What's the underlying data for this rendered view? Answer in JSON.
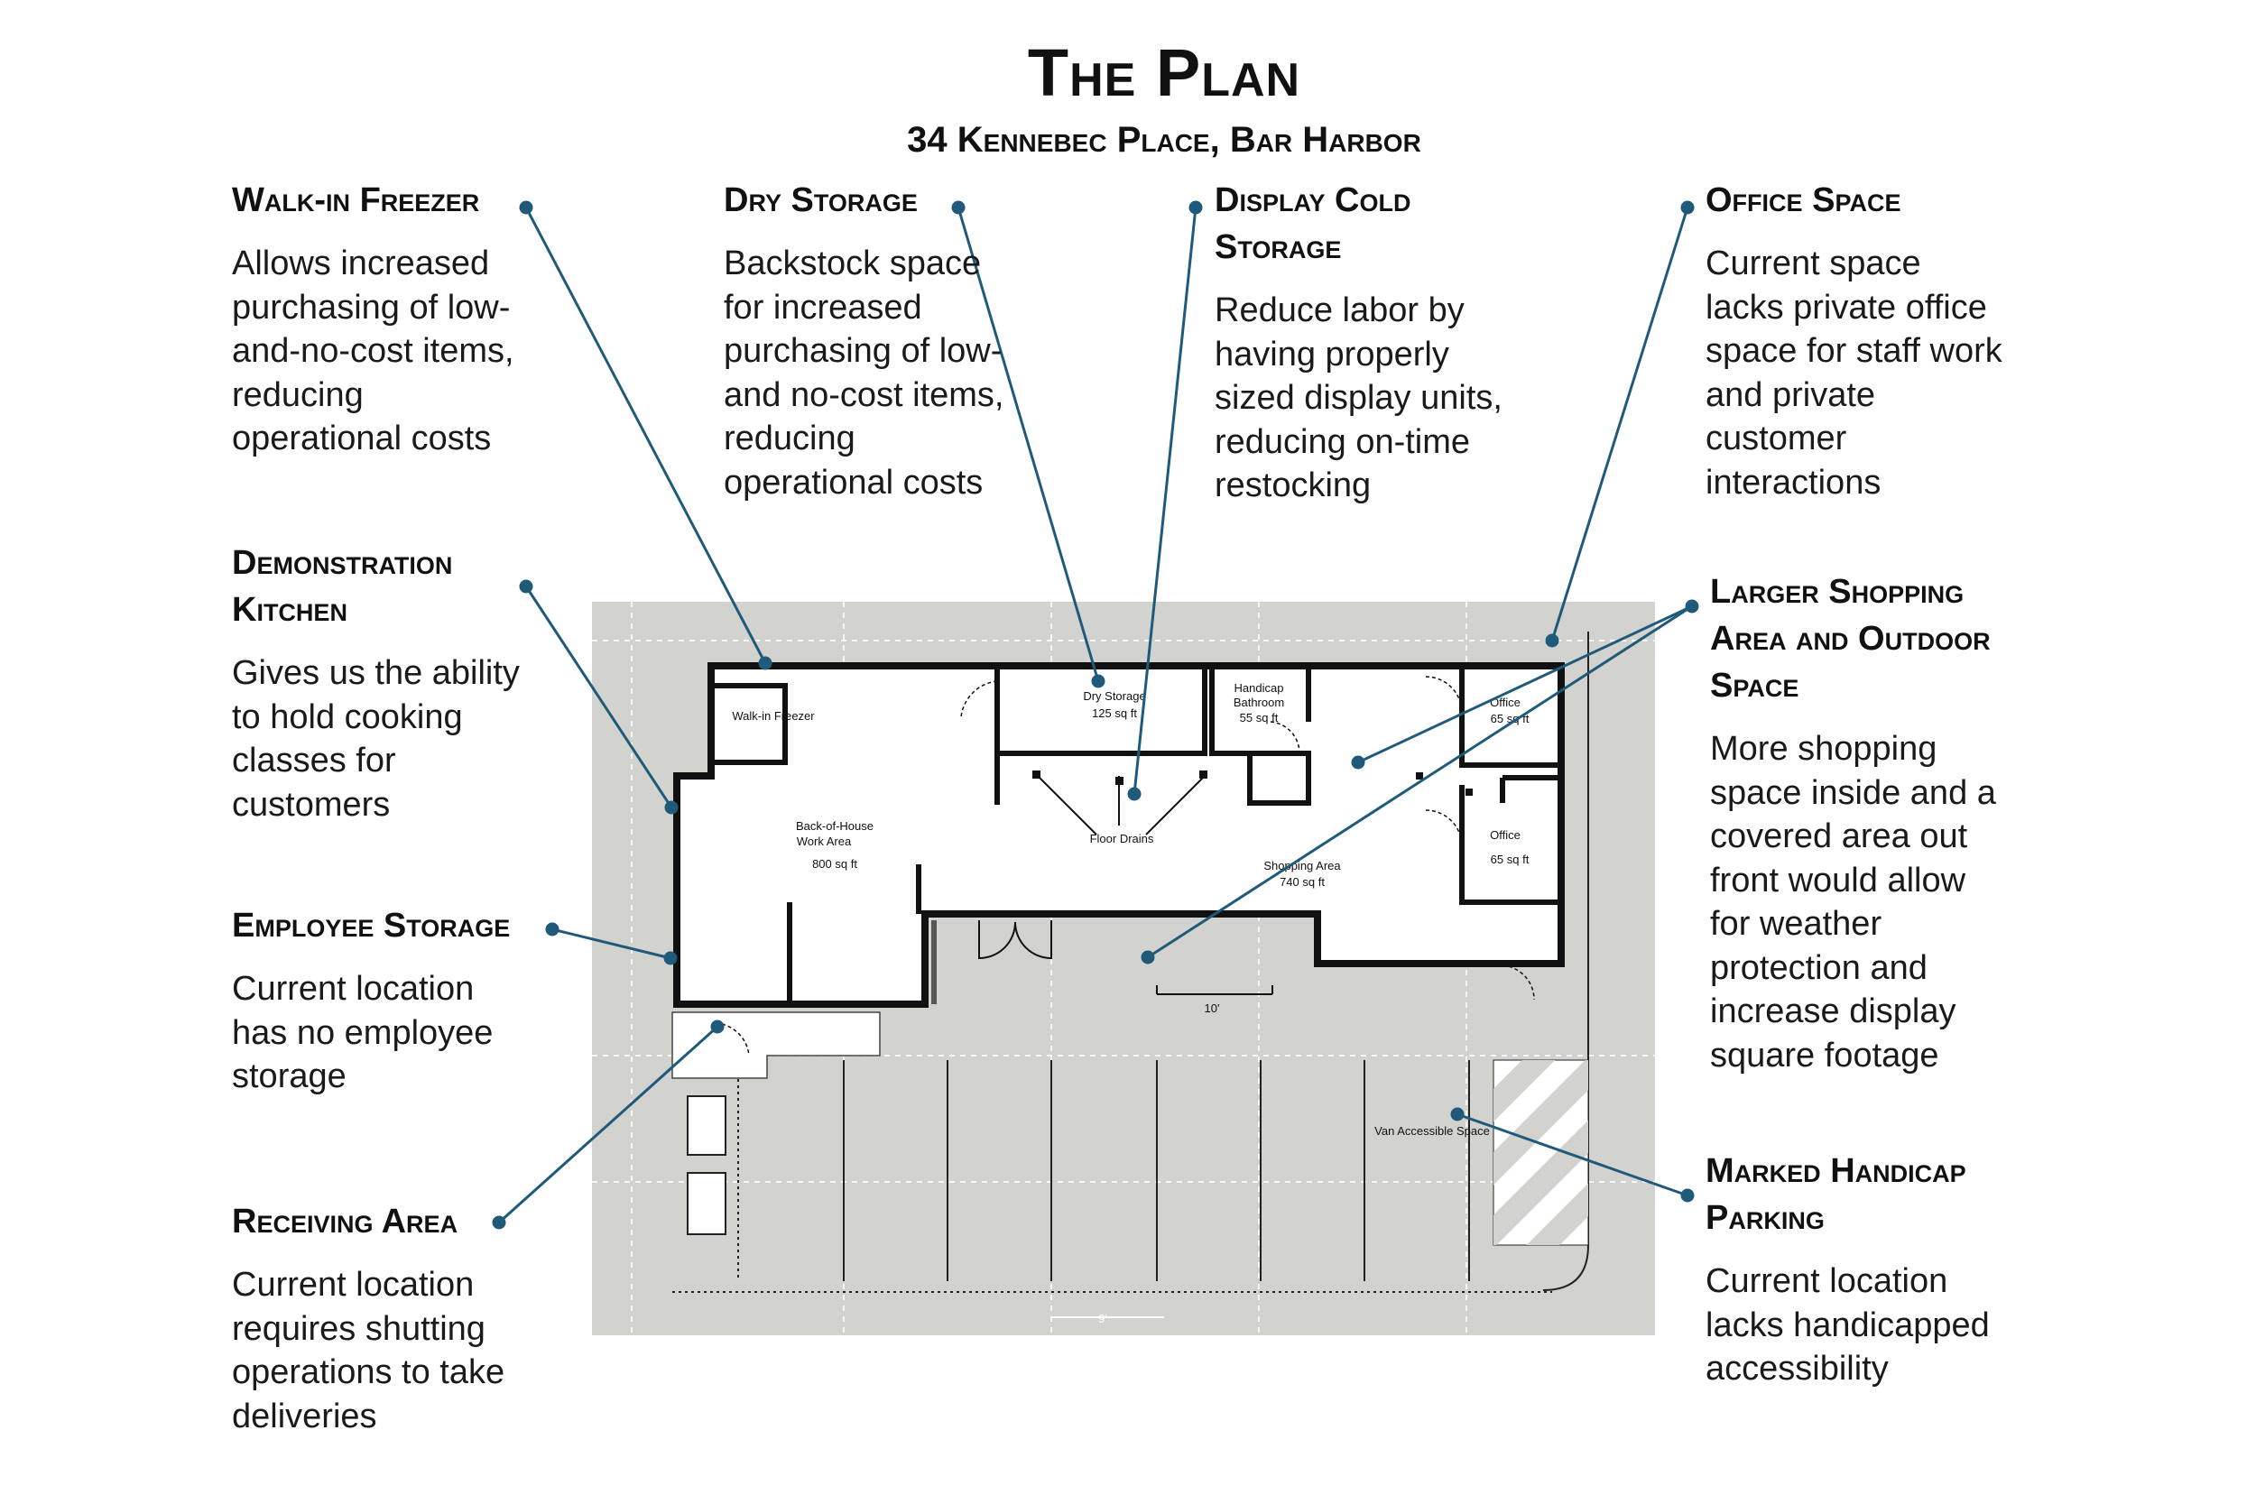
{
  "header": {
    "title": "The Plan",
    "subtitle": "34 Kennebec Place, Bar Harbor"
  },
  "callouts": {
    "walk_in_freezer": {
      "heading": [
        "Walk-in Freezer"
      ],
      "body": [
        "Allows increased",
        "purchasing of low-",
        "and-no-cost items,",
        "reducing",
        "operational costs"
      ]
    },
    "dry_storage": {
      "heading": [
        "Dry Storage"
      ],
      "body": [
        "Backstock space",
        "for increased",
        "purchasing of low-",
        "and no-cost items,",
        "reducing",
        "operational costs"
      ]
    },
    "display_cold_storage": {
      "heading": [
        "Display Cold",
        "Storage"
      ],
      "body": [
        "Reduce labor by",
        "having properly",
        "sized display units,",
        "reducing on-time",
        "restocking"
      ]
    },
    "office_space": {
      "heading": [
        "Office Space"
      ],
      "body": [
        "Current space",
        "lacks private office",
        "space for staff work",
        "and private",
        "customer",
        "interactions"
      ]
    },
    "demonstration_kitchen": {
      "heading": [
        "Demonstration",
        "Kitchen"
      ],
      "body": [
        "Gives us the ability",
        "to hold cooking",
        "classes for",
        "customers"
      ]
    },
    "larger_shopping_area": {
      "heading": [
        "Larger Shopping",
        "Area and Outdoor",
        "Space"
      ],
      "body": [
        "More shopping",
        "space inside and a",
        "covered area out",
        "front would allow",
        "for weather",
        "protection and",
        "increase display",
        "square footage"
      ]
    },
    "employee_storage": {
      "heading": [
        "Employee Storage"
      ],
      "body": [
        "Current location",
        "has no employee",
        "storage"
      ]
    },
    "receiving_area": {
      "heading": [
        "Receiving Area"
      ],
      "body": [
        "Current location",
        "requires shutting",
        "operations to take",
        "deliveries"
      ]
    },
    "marked_handicap_parking": {
      "heading": [
        "Marked Handicap",
        "Parking"
      ],
      "body": [
        "Current location",
        "lacks handicapped",
        "accessibility"
      ]
    }
  },
  "floor_plan": {
    "walk_in_freezer": "Walk-in Freezer",
    "dry_storage": "Dry Storage",
    "dry_storage_area": "125 sq ft",
    "handicap_bathroom_1": "Handicap",
    "handicap_bathroom_2": "Bathroom",
    "handicap_bathroom_area": "55 sq ft",
    "office_1": "Office",
    "office_1_area": "65 sq ft",
    "office_2": "Office",
    "office_2_area": "65 sq ft",
    "back_of_house_1": "Back-of-House",
    "back_of_house_2": "Work Area",
    "back_of_house_area": "800 sq ft",
    "floor_drains": "Floor Drains",
    "shopping_area": "Shopping Area",
    "shopping_area_size": "740 sq ft",
    "scale_label": "10'",
    "bottom_scale_label": "9'",
    "van_accessible": "Van Accessible Space"
  },
  "colors": {
    "leader_line": "#1f5a7a",
    "site_fill": "#d2d2ce",
    "wall": "#111111"
  }
}
